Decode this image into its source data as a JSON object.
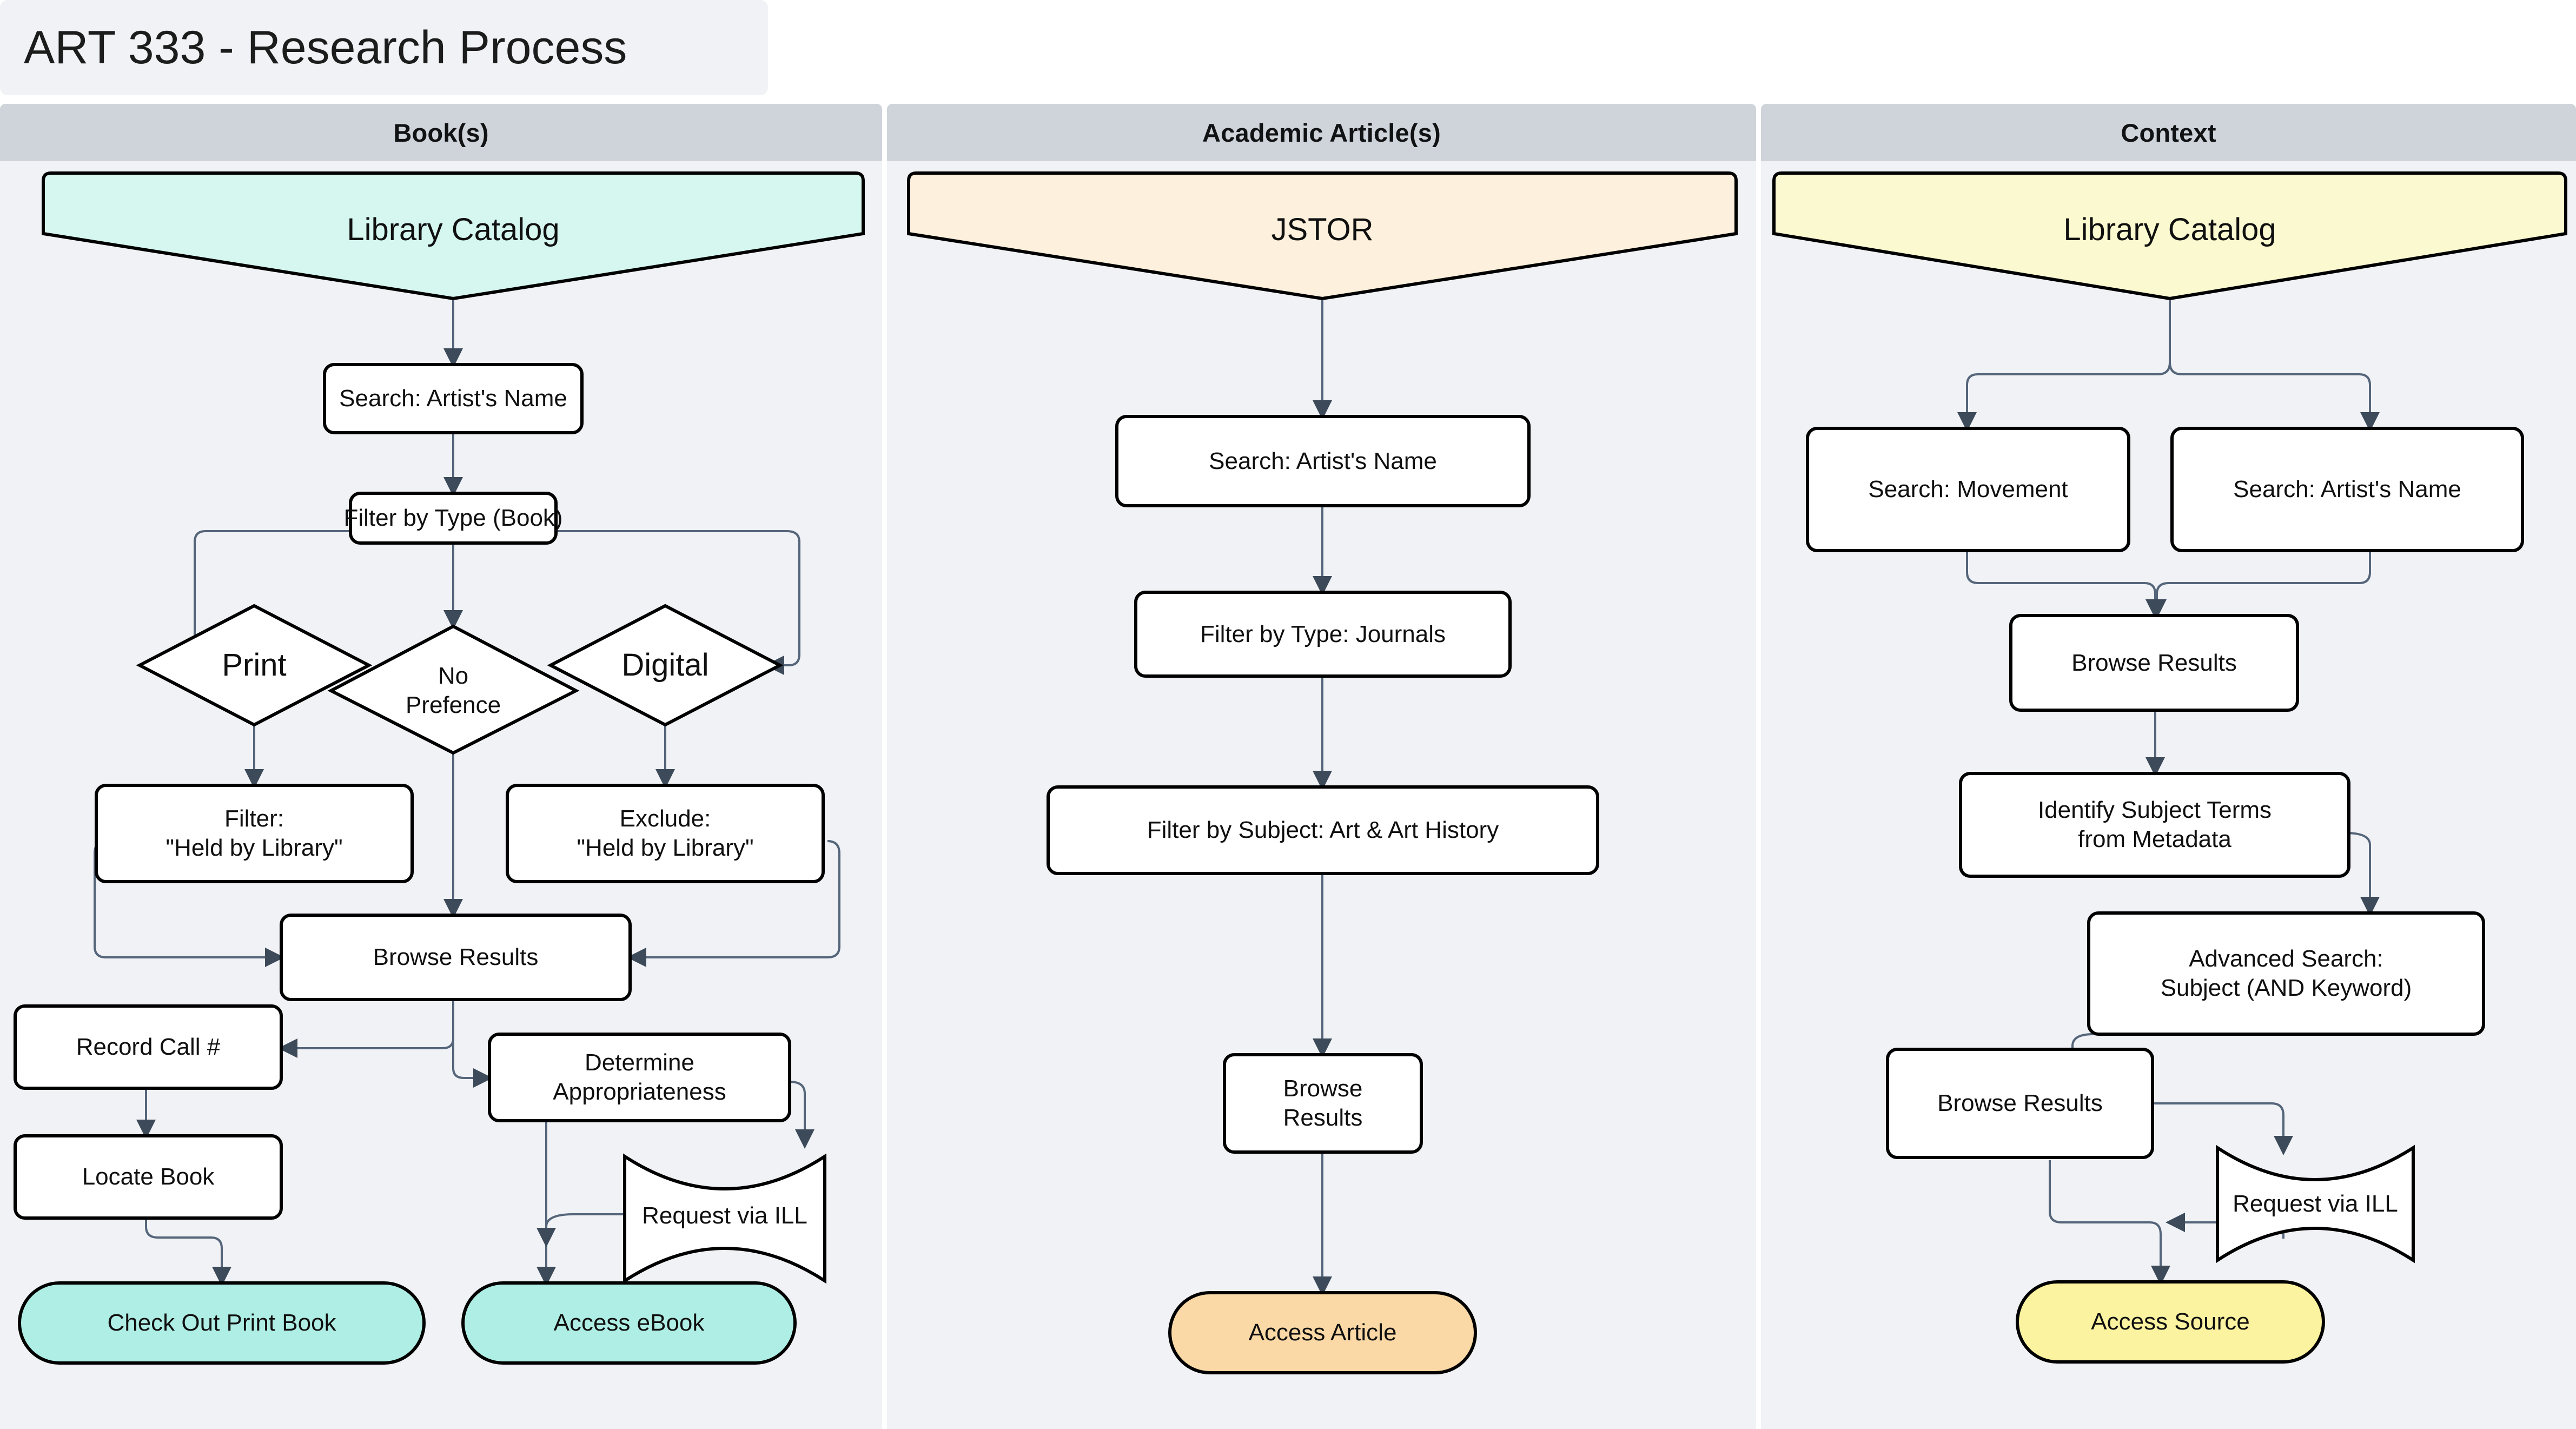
{
  "title": "ART 333 - Research Process",
  "colors": {
    "page_bg": "#ffffff",
    "lane_bg": "#f0f2f5",
    "lane_header_bg": "#ced4da",
    "node_fill": "#ffffff",
    "node_stroke": "#000000",
    "edge_stroke": "#33415580",
    "source_teal": "#d5f7f0",
    "source_orange": "#fdf0dc",
    "source_yellow": "#fbf9cf",
    "terminal_teal": "#afeee5",
    "terminal_orange": "#fad9a6",
    "terminal_yellow": "#fcf3a0"
  },
  "lanes": [
    {
      "id": "books",
      "label": "Book(s)"
    },
    {
      "id": "articles",
      "label": "Academic Article(s)"
    },
    {
      "id": "context",
      "label": "Context"
    }
  ],
  "nodes": {
    "b_source": {
      "label": "Library Catalog",
      "shape": "trapezoid-down",
      "lane": "books"
    },
    "b_search": {
      "label": "Search: Artist's Name",
      "shape": "rect",
      "lane": "books"
    },
    "b_filtertype": {
      "label": "Filter by Type (Book)",
      "shape": "rect",
      "lane": "books"
    },
    "b_print": {
      "label": "Print",
      "shape": "diamond",
      "lane": "books"
    },
    "b_nopref": {
      "label": "No\nPrefence",
      "shape": "diamond",
      "lane": "books"
    },
    "b_digital": {
      "label": "Digital",
      "shape": "diamond",
      "lane": "books"
    },
    "b_filterheld": {
      "label": "Filter:\n\"Held by Library\"",
      "shape": "rect",
      "lane": "books"
    },
    "b_excludeheld": {
      "label": "Exclude:\n\"Held by Library\"",
      "shape": "rect",
      "lane": "books"
    },
    "b_browse": {
      "label": "Browse Results",
      "shape": "rect",
      "lane": "books"
    },
    "b_callnum": {
      "label": "Record Call #",
      "shape": "rect",
      "lane": "books"
    },
    "b_locate": {
      "label": "Locate Book",
      "shape": "rect",
      "lane": "books"
    },
    "b_determine": {
      "label": "Determine\nAppropriateness",
      "shape": "rect",
      "lane": "books"
    },
    "b_ill": {
      "label": "Request via ILL",
      "shape": "wave-doc",
      "lane": "books"
    },
    "b_checkout": {
      "label": "Check Out Print Book",
      "shape": "stadium",
      "lane": "books"
    },
    "b_ebook": {
      "label": "Access eBook",
      "shape": "stadium",
      "lane": "books"
    },
    "a_source": {
      "label": "JSTOR",
      "shape": "trapezoid-down",
      "lane": "articles"
    },
    "a_search": {
      "label": "Search: Artist's Name",
      "shape": "rect",
      "lane": "articles"
    },
    "a_filtertype": {
      "label": "Filter by Type: Journals",
      "shape": "rect",
      "lane": "articles"
    },
    "a_filtersubject": {
      "label": "Filter by Subject: Art & Art History",
      "shape": "rect",
      "lane": "articles"
    },
    "a_browse": {
      "label": "Browse\nResults",
      "shape": "rect",
      "lane": "articles"
    },
    "a_access": {
      "label": "Access Article",
      "shape": "stadium",
      "lane": "articles"
    },
    "c_source": {
      "label": "Library Catalog",
      "shape": "trapezoid-down",
      "lane": "context"
    },
    "c_movement": {
      "label": "Search: Movement",
      "shape": "rect",
      "lane": "context"
    },
    "c_artist": {
      "label": "Search: Artist's Name",
      "shape": "rect",
      "lane": "context"
    },
    "c_browse1": {
      "label": "Browse Results",
      "shape": "rect",
      "lane": "context"
    },
    "c_subjterms": {
      "label": "Identify Subject Terms\nfrom Metadata",
      "shape": "rect",
      "lane": "context"
    },
    "c_advsearch": {
      "label": "Advanced Search:\nSubject (AND Keyword)",
      "shape": "rect",
      "lane": "context"
    },
    "c_browse2": {
      "label": "Browse Results",
      "shape": "rect",
      "lane": "context"
    },
    "c_ill": {
      "label": "Request via ILL",
      "shape": "wave-doc",
      "lane": "context"
    },
    "c_access": {
      "label": "Access Source",
      "shape": "stadium",
      "lane": "context"
    }
  },
  "edges": [
    {
      "from": "b_source",
      "to": "b_search"
    },
    {
      "from": "b_search",
      "to": "b_filtertype"
    },
    {
      "from": "b_filtertype",
      "to": "b_print"
    },
    {
      "from": "b_filtertype",
      "to": "b_nopref"
    },
    {
      "from": "b_filtertype",
      "to": "b_digital"
    },
    {
      "from": "b_print",
      "to": "b_filterheld"
    },
    {
      "from": "b_digital",
      "to": "b_excludeheld"
    },
    {
      "from": "b_nopref",
      "to": "b_browse"
    },
    {
      "from": "b_filterheld",
      "to": "b_browse"
    },
    {
      "from": "b_excludeheld",
      "to": "b_browse"
    },
    {
      "from": "b_browse",
      "to": "b_callnum"
    },
    {
      "from": "b_browse",
      "to": "b_determine"
    },
    {
      "from": "b_callnum",
      "to": "b_locate"
    },
    {
      "from": "b_locate",
      "to": "b_checkout"
    },
    {
      "from": "b_determine",
      "to": "b_ill"
    },
    {
      "from": "b_determine",
      "to": "b_ebook"
    },
    {
      "from": "a_source",
      "to": "a_search"
    },
    {
      "from": "a_search",
      "to": "a_filtertype"
    },
    {
      "from": "a_filtertype",
      "to": "a_filtersubject"
    },
    {
      "from": "a_filtersubject",
      "to": "a_browse"
    },
    {
      "from": "a_browse",
      "to": "a_access"
    },
    {
      "from": "c_source",
      "to": "c_movement"
    },
    {
      "from": "c_source",
      "to": "c_artist"
    },
    {
      "from": "c_movement",
      "to": "c_browse1"
    },
    {
      "from": "c_artist",
      "to": "c_browse1"
    },
    {
      "from": "c_browse1",
      "to": "c_subjterms"
    },
    {
      "from": "c_subjterms",
      "to": "c_advsearch"
    },
    {
      "from": "c_advsearch",
      "to": "c_browse2"
    },
    {
      "from": "c_browse2",
      "to": "c_ill"
    },
    {
      "from": "c_browse2",
      "to": "c_access"
    },
    {
      "from": "c_ill",
      "to": "c_access"
    }
  ]
}
